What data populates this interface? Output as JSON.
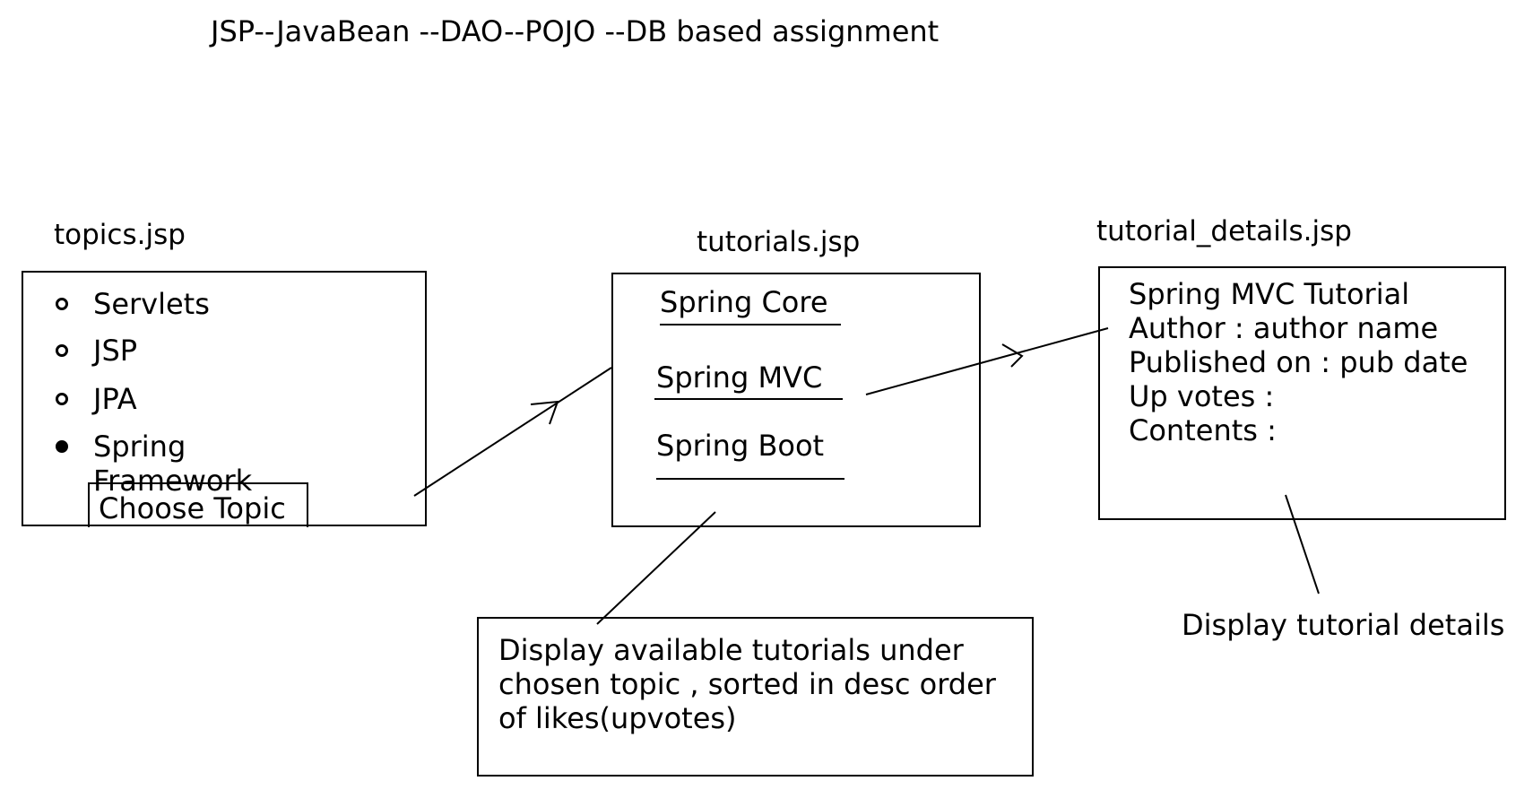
{
  "title": "JSP--JavaBean --DAO--POJO --DB based assignment",
  "topics_page": {
    "label": "topics.jsp",
    "options": [
      {
        "label": "Servlets",
        "checked": false
      },
      {
        "label": "JSP",
        "checked": false
      },
      {
        "label": "JPA",
        "checked": false
      },
      {
        "label": "Spring Framework",
        "checked": true
      }
    ],
    "button_label": "Choose Topic"
  },
  "tutorials_page": {
    "label": "tutorials.jsp",
    "items": [
      "Spring Core",
      "Spring MVC",
      "Spring Boot"
    ]
  },
  "details_page": {
    "label": "tutorial_details.jsp",
    "lines": [
      "Spring MVC Tutorial",
      "Author : author name",
      "Published on : pub date",
      "Up votes :",
      "Contents :"
    ]
  },
  "tutorials_note": {
    "lines": [
      "Display available tutorials under",
      "chosen topic , sorted in desc order",
      "of likes(upvotes)"
    ]
  },
  "details_note": "Display tutorial details"
}
